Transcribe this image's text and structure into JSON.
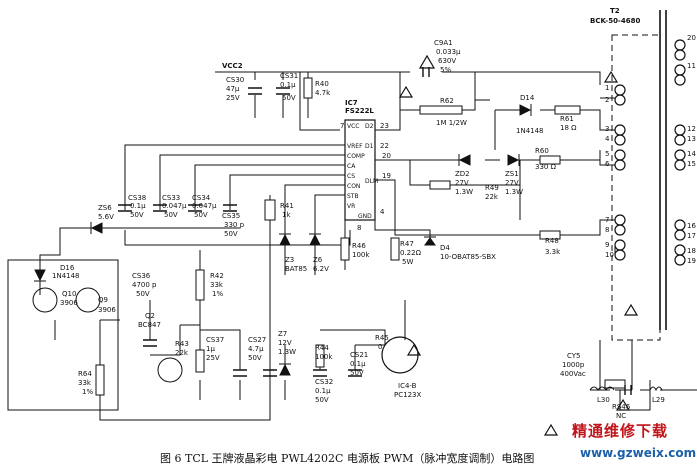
{
  "caption": "图 6  TCL 王牌液晶彩电 PWL4202C 电源板 PWM（脉冲宽度调制）电路图",
  "watermark": {
    "cn": "精通维修下载",
    "url": "www.gzweix.com"
  },
  "colors": {
    "ink": "#111111",
    "watermark_red": "#c0151b",
    "watermark_blue": "#1d5fa8"
  },
  "ic7": {
    "ref": "IC7",
    "part": "FS222L",
    "pins_left": [
      "VCC",
      "VREF",
      "COMP",
      "CA",
      "CS",
      "CON",
      "STB",
      "VR"
    ],
    "pins_right": [
      "D2",
      "D1",
      "GND",
      "DLM"
    ]
  },
  "pins": {
    "p7": "7",
    "p23": "23",
    "p22": "22",
    "p20": "20",
    "p19": "19",
    "p4": "4",
    "p8": "8"
  },
  "vcc": "VCC2",
  "transformer": {
    "ref": "T2",
    "part": "BCK-50-4680",
    "pins": [
      "1",
      "2",
      "3",
      "4",
      "5",
      "6",
      "7",
      "8",
      "9",
      "10"
    ],
    "right_pins": [
      "20",
      "11",
      "12",
      "13",
      "14",
      "15",
      "16",
      "17",
      "18",
      "19"
    ]
  },
  "parts": {
    "cs30": [
      "CS30",
      "47μ",
      "25V"
    ],
    "cs31": [
      "CS31",
      "0.1μ",
      "50V"
    ],
    "r40": [
      "R40",
      "4.7k"
    ],
    "c9a1": [
      "C9A1",
      "0.033μ",
      "630V",
      "5%"
    ],
    "r62": [
      "R62",
      "1M 1/2W"
    ],
    "d14": [
      "D14",
      "1N4148"
    ],
    "r61": [
      "R61",
      "18 Ω"
    ],
    "zd2": [
      "ZD2",
      "27V",
      "1.3W"
    ],
    "zs1": [
      "ZS1",
      "27V",
      "1.3W"
    ],
    "r60": [
      "R60",
      "330 Ω"
    ],
    "r49": [
      "R49",
      "22k"
    ],
    "cs38": [
      "CS38",
      "0.1μ",
      "50V"
    ],
    "cs33": [
      "CS33",
      "0.047μ",
      "50V"
    ],
    "cs34": [
      "CS34",
      "0.047μ",
      "50V"
    ],
    "cs35": [
      "CS35",
      "330 p",
      "50V"
    ],
    "zs6": [
      "ZS6",
      "5.6V"
    ],
    "r41": [
      "R41",
      "1k"
    ],
    "z3": [
      "Z3",
      "BAT85"
    ],
    "z6": [
      "Z6",
      "6.2V"
    ],
    "r46": [
      "R46",
      "100k"
    ],
    "r47": [
      "R47",
      "0.22Ω",
      "5W"
    ],
    "d4": [
      "D4",
      "10-OBAT85-SBX"
    ],
    "r48": [
      "R48",
      "3.3k"
    ],
    "d16": [
      "D16",
      "1N4148"
    ],
    "q10": [
      "Q10",
      "3906"
    ],
    "q9": [
      "Q9",
      "3906"
    ],
    "r64": [
      "R64",
      "33k",
      "1%"
    ],
    "cs36": [
      "CS36",
      "4700 p",
      "50V"
    ],
    "r42": [
      "R42",
      "33k",
      "1%"
    ],
    "q2": [
      "Q2",
      "BC847"
    ],
    "r43": [
      "R43",
      "22k"
    ],
    "cs37": [
      "CS37",
      "1μ",
      "25V"
    ],
    "cs27": [
      "CS27",
      "4.7μ",
      "50V"
    ],
    "z7": [
      "Z7",
      "12V",
      "1.3W"
    ],
    "r44": [
      "R44",
      "100k"
    ],
    "cs21": [
      "CS21",
      "0.1μ",
      "50V"
    ],
    "cs32": [
      "CS32",
      "0.1μ",
      "50V"
    ],
    "r45": [
      "R45",
      "0"
    ],
    "ic4b": [
      "IC4-B",
      "PC123X"
    ],
    "cy5": [
      "CY5",
      "1000p",
      "400Vac"
    ],
    "l30": [
      "L30"
    ],
    "l29": [
      "L29"
    ],
    "rs46": [
      "RS46",
      "NC"
    ]
  }
}
